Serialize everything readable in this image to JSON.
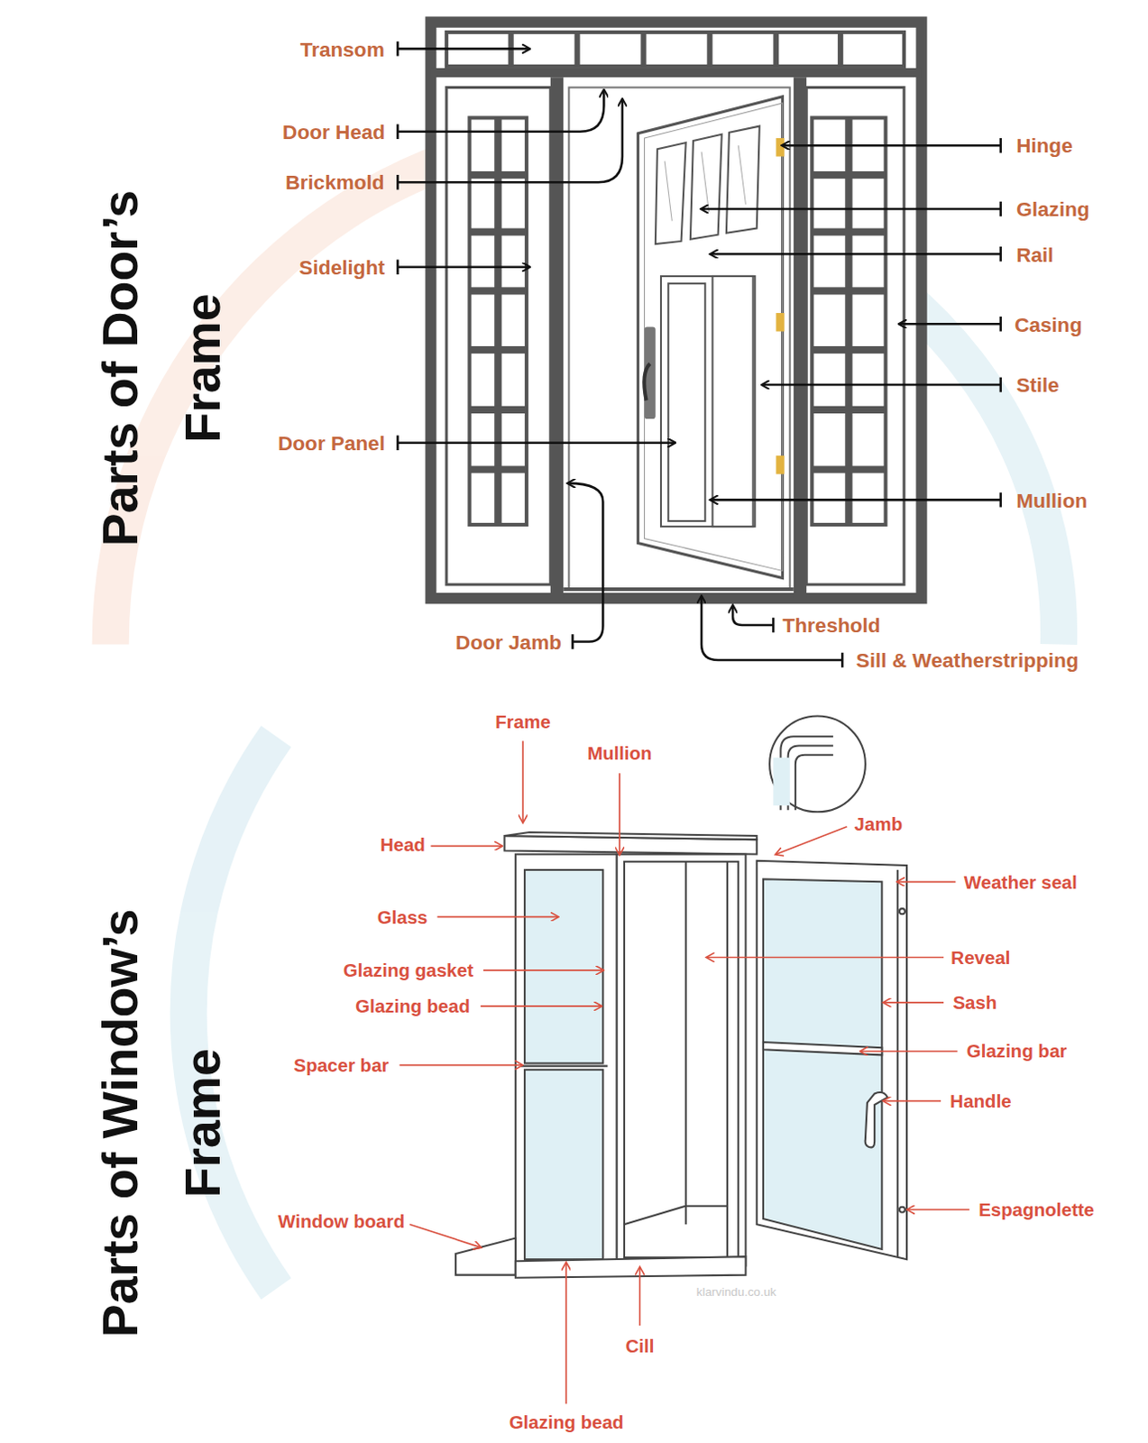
{
  "diagram": {
    "labels": [
      "Parts of Door’s Frame",
      "Transom",
      "Door Head",
      "Brickmold",
      "Sidelight",
      "Door Panel",
      "Door Jamb",
      "Hinge",
      "Glazing",
      "Rail",
      "Casing",
      "Stile",
      "Mullion",
      "Threshold",
      "Sill & Weatherstripping",
      "Parts of Window’s Frame",
      "Frame",
      "Mullion",
      "Head",
      "Jamb",
      "Weather seal",
      "Glass",
      "Glazing gasket",
      "Glazing bead",
      "Spacer bar",
      "Reveal",
      "Sash",
      "Glazing bar",
      "Handle",
      "Window board",
      "Espagnolette",
      "Cill",
      "Glazing bead",
      "klarvindu.co.uk"
    ]
  }
}
